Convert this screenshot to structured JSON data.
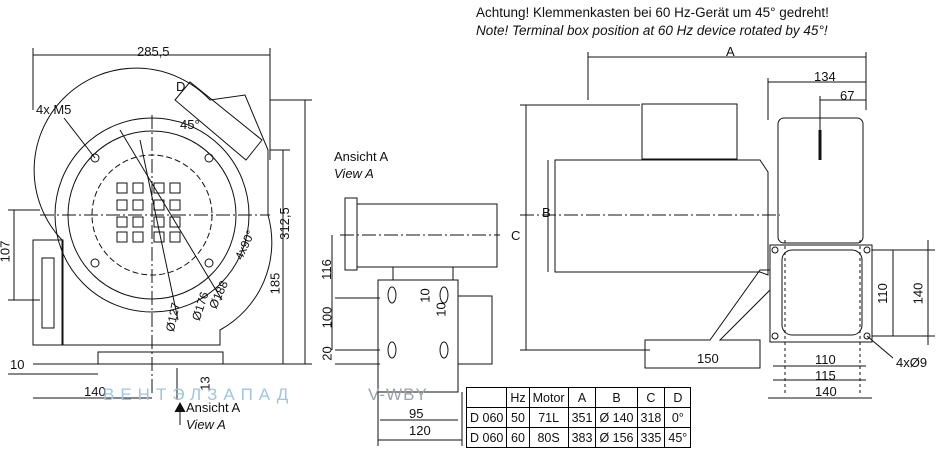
{
  "notes": {
    "de": "Achtung! Klemmenkasten bei 60 Hz-Gerät um 45° gedreht!",
    "en": "Note! Terminal box position at 60 Hz device rotated by 45°!"
  },
  "front_view": {
    "width_overall": "285,5",
    "bolts": "4x M5",
    "angle_top": "45°",
    "dim_d": "D",
    "height_overall": "312,5",
    "height_inner": "185",
    "height_outlet": "107",
    "pattern": "4x90°",
    "dia_188": "Ø188",
    "dia_176": "Ø176",
    "dia_127": "Ø127",
    "foot_height": "10",
    "foot_width": "140",
    "foot_offset": "13",
    "view_a_de": "Ansicht A",
    "view_a_en": "View A"
  },
  "flange_view": {
    "title_de": "Ansicht A",
    "title_en": "View A",
    "dim_116": "116",
    "dim_100": "100",
    "dim_20": "20",
    "dim_10a": "10",
    "dim_10b": "10",
    "dim_95": "95",
    "dim_120": "120"
  },
  "side_view": {
    "dim_a": "A",
    "dim_b": "B",
    "dim_c": "C",
    "dim_150": "150"
  },
  "rear_view": {
    "dim_134": "134",
    "dim_67": "67",
    "dim_110_h": "110",
    "dim_140_h": "140",
    "dim_110_w": "110",
    "dim_115_w": "115",
    "dim_140_w": "140",
    "holes": "4xØ9"
  },
  "watermark": {
    "brand": "ВЕНТЭЛЗАПАД",
    "model": "V-WBY"
  },
  "table": {
    "headers": [
      "",
      "Hz",
      "Motor",
      "A",
      "B",
      "C",
      "D"
    ],
    "rows": [
      [
        "D 060",
        "50",
        "71L",
        "351",
        "Ø 140",
        "318",
        "0°"
      ],
      [
        "D 060",
        "60",
        "80S",
        "383",
        "Ø 156",
        "335",
        "45°"
      ]
    ]
  }
}
